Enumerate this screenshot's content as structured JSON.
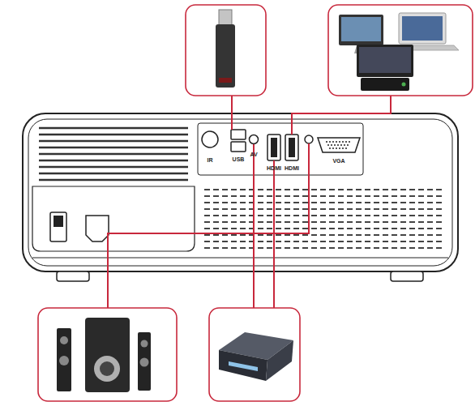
{
  "diagram": {
    "labels": [
      "IR",
      "USB",
      "AV",
      "HDMI",
      "HDMI",
      "VGA"
    ]
  }
}
